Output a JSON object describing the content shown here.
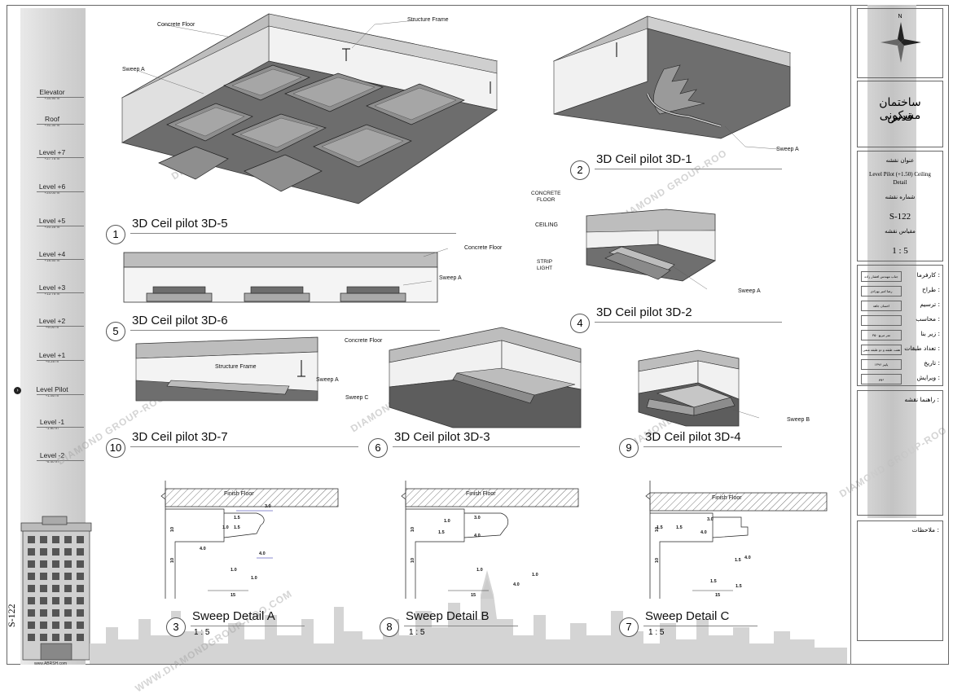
{
  "sheet": {
    "sheet_number_vertical": "S-122",
    "website": "www.ABRSH.com"
  },
  "levels": [
    {
      "name": "Elevator",
      "elev": "+34.90 m"
    },
    {
      "name": "Roof",
      "elev": "+31.30 m"
    },
    {
      "name": "Level +7",
      "elev": "+27.75 m"
    },
    {
      "name": "Level +6",
      "elev": "+24.00 m"
    },
    {
      "name": "Level +5",
      "elev": "+20.25 m"
    },
    {
      "name": "Level +4",
      "elev": "+16.50 m"
    },
    {
      "name": "Level +3",
      "elev": "+12.75 m"
    },
    {
      "name": "Level +2",
      "elev": "+9.00 m"
    },
    {
      "name": "Level +1",
      "elev": "+5.25 m"
    },
    {
      "name": "Level Pilot",
      "elev": "+1.50 m"
    },
    {
      "name": "Level -1",
      "elev": "-1.90 m"
    },
    {
      "name": "Level -2",
      "elev": "-5.40 m"
    }
  ],
  "views": [
    {
      "num": "1",
      "title": "3D Ceil pilot 3D-5"
    },
    {
      "num": "2",
      "title": "3D Ceil pilot 3D-1"
    },
    {
      "num": "5",
      "title": "3D Ceil pilot 3D-6"
    },
    {
      "num": "4",
      "title": "3D Ceil pilot 3D-2"
    },
    {
      "num": "10",
      "title": "3D Ceil pilot 3D-7"
    },
    {
      "num": "6",
      "title": "3D Ceil pilot 3D-3"
    },
    {
      "num": "9",
      "title": "3D Ceil pilot 3D-4"
    },
    {
      "num": "3",
      "title": "Sweep Detail A",
      "scale": "1 : 5"
    },
    {
      "num": "8",
      "title": "Sweep Detail B",
      "scale": "1 : 5"
    },
    {
      "num": "7",
      "title": "Sweep Detail C",
      "scale": "1 : 5"
    }
  ],
  "annotations": {
    "concrete_floor": "Concrete Floor",
    "structure_frame": "Structure Frame",
    "sweep_a": "Sweep A",
    "sweep_b": "Sweep B",
    "sweep_c": "Sweep C",
    "concrete_floor_caps": "CONCRETE\nFLOOR",
    "ceiling_caps": "CEILING",
    "strip_light_caps": "STRIP\nLIGHT",
    "finish_floor": "Finish Floor"
  },
  "dims_a": [
    "3.0",
    "1.5",
    "1.0",
    "1.5",
    "4.0",
    "4.0",
    "1.0",
    "1.0",
    "10",
    "10",
    "15"
  ],
  "dims_b": [
    "3.0",
    "1.0",
    "1.5",
    "4.0",
    "1.0",
    "1.0",
    "4.0",
    "10",
    "10",
    "15"
  ],
  "dims_c": [
    "1.5",
    "1.5",
    "4.0",
    "3.0",
    "1.5",
    "4.0",
    "1.5",
    "1.5",
    "10",
    "10",
    "15"
  ],
  "title_block": {
    "north": "N",
    "project_name_l1": "ساختمان مسکونی",
    "project_name_l2": "قدس",
    "drawing_title_label": "عنوان نقشه",
    "drawing_title_l1": "Level Pilot (+1.50) Ceiling",
    "drawing_title_l2": "Detail",
    "drawing_number_label": "شماره نقشه",
    "drawing_number": "S-122",
    "scale_label": "مقیاس نقشه",
    "scale": "1 : 5",
    "info_rows": [
      {
        "label": "کارفرما :",
        "value": "جناب مهندس افشار زاده"
      },
      {
        "label": "طراح :",
        "value": "رضا امیر بهزادی"
      },
      {
        "label": "ترسیم :",
        "value": "احسان جاهد"
      },
      {
        "label": "محاسب :",
        "value": ""
      },
      {
        "label": "زیر بنا :",
        "value": "۳۵۰ متر مربع"
      },
      {
        "label": "تعداد طبقات :",
        "value": "هفت طبقه و دو طبقه منفی"
      },
      {
        "label": "تاریخ :",
        "value": "پاییز ۱۳۹۶"
      },
      {
        "label": "ویرایش :",
        "value": "دوم"
      }
    ],
    "guide_label": "راهنما نقشه :",
    "notes_label": "ملاحظات :"
  },
  "watermark": {
    "text1": "DIAMOND GROUP-ROO",
    "text2": "WWW.DIAMONDGROUP-ROO.COM"
  },
  "colors": {
    "dark_surface": "#5a5a5a",
    "mid_surface": "#8a8a8a",
    "light_surface": "#c9c9c9",
    "concrete": "#bdbdbd"
  }
}
